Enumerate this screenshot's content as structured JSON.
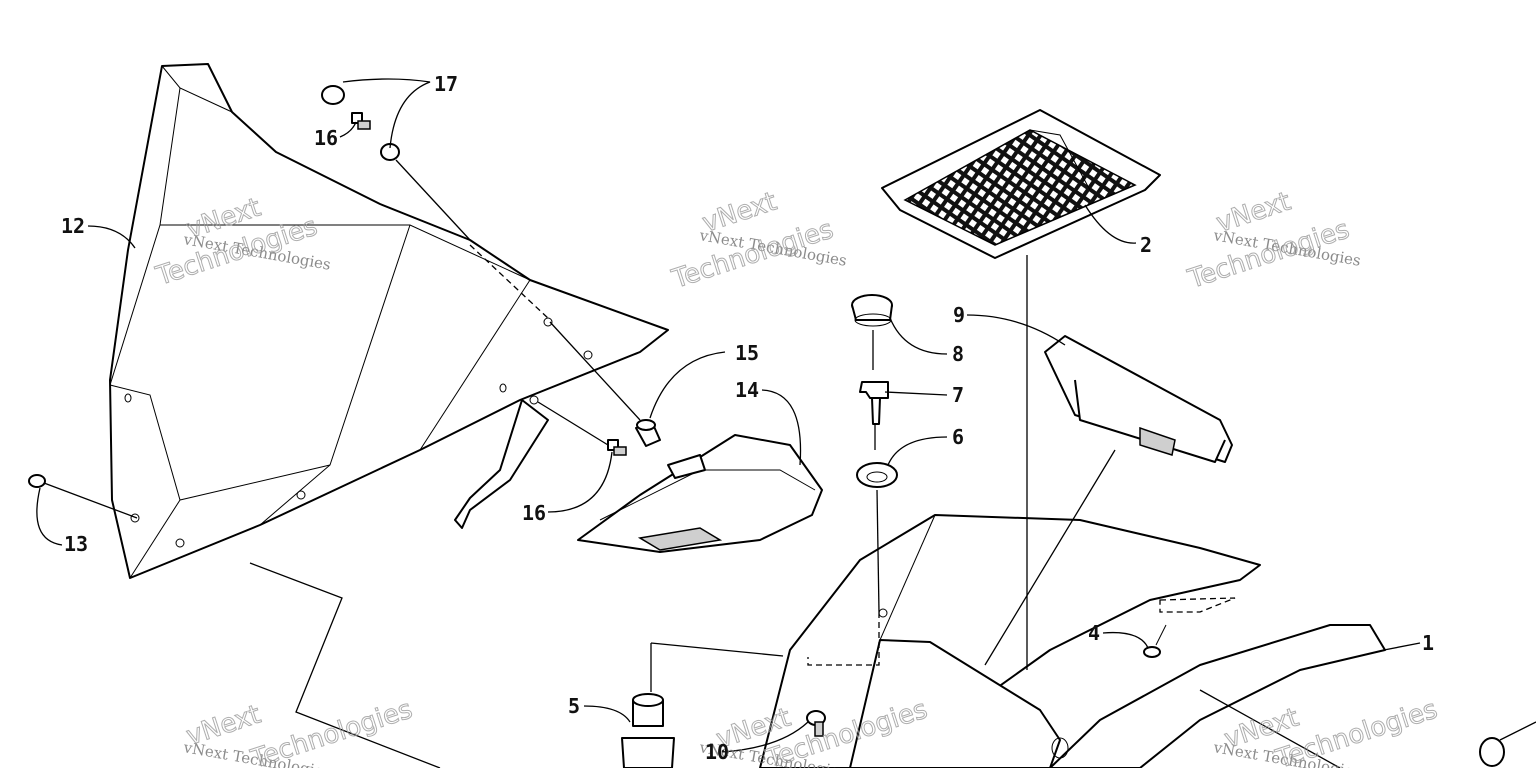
{
  "callouts": {
    "c1": "1",
    "c2": "2",
    "c4": "4",
    "c5": "5",
    "c6": "6",
    "c7": "7",
    "c8": "8",
    "c9": "9",
    "c10": "10",
    "c12": "12",
    "c13": "13",
    "c14": "14",
    "c15": "15",
    "c16a": "16",
    "c16b": "16",
    "c17": "17"
  },
  "watermark": {
    "line1": "vNext Technologies",
    "word1": "vNext",
    "word2": "Technologies"
  }
}
